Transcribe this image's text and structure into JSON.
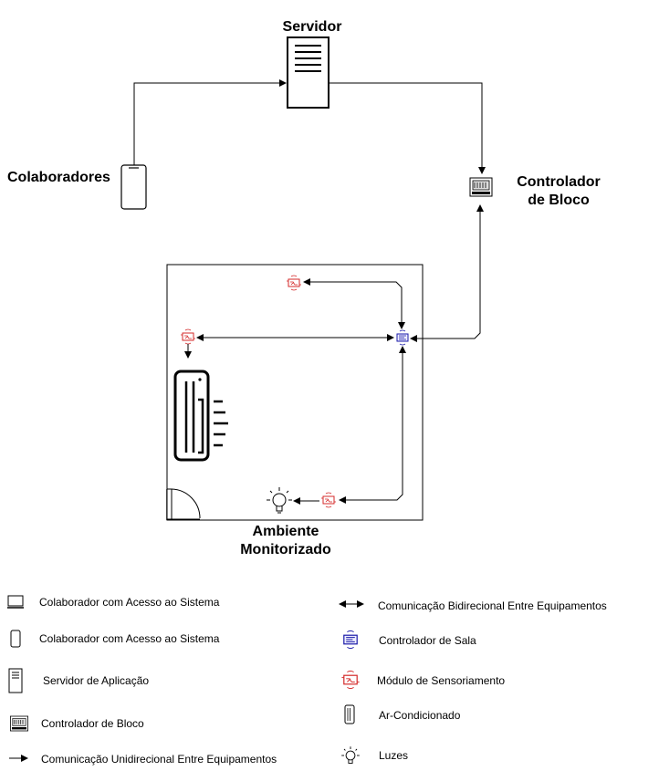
{
  "diagram": {
    "server_label": "Servidor",
    "collaborators_label": "Colaboradores",
    "block_controller_label_line1": "Controlador",
    "block_controller_label_line2": "de Bloco",
    "environment_label_line1": "Ambiente",
    "environment_label_line2": "Monitorizado"
  },
  "legend": {
    "items": [
      {
        "icon": "computer-icon",
        "label": "Colaborador com Acesso ao Sistema"
      },
      {
        "icon": "smartphone-icon",
        "label": "Colaborador com Acesso ao Sistema"
      },
      {
        "icon": "server-icon",
        "label": "Servidor de Aplicação"
      },
      {
        "icon": "block-controller-icon",
        "label": "Controlador de Bloco"
      },
      {
        "icon": "unidirectional-arrow-icon",
        "label": "Comunicação Unidirecional Entre Equipamentos"
      },
      {
        "icon": "bidirectional-arrow-icon",
        "label": "Comunicação Bidirecional Entre Equipamentos"
      },
      {
        "icon": "room-controller-icon",
        "label": "Controlador de Sala"
      },
      {
        "icon": "sensor-module-icon",
        "label": "Módulo de Sensoriamento"
      },
      {
        "icon": "air-conditioner-icon",
        "label": "Ar-Condicionado"
      },
      {
        "icon": "light-bulb-icon",
        "label": "Luzes"
      }
    ]
  },
  "colors": {
    "sensor": "#d42a2a",
    "room_controller": "#1a1aa8",
    "line": "#000000"
  }
}
